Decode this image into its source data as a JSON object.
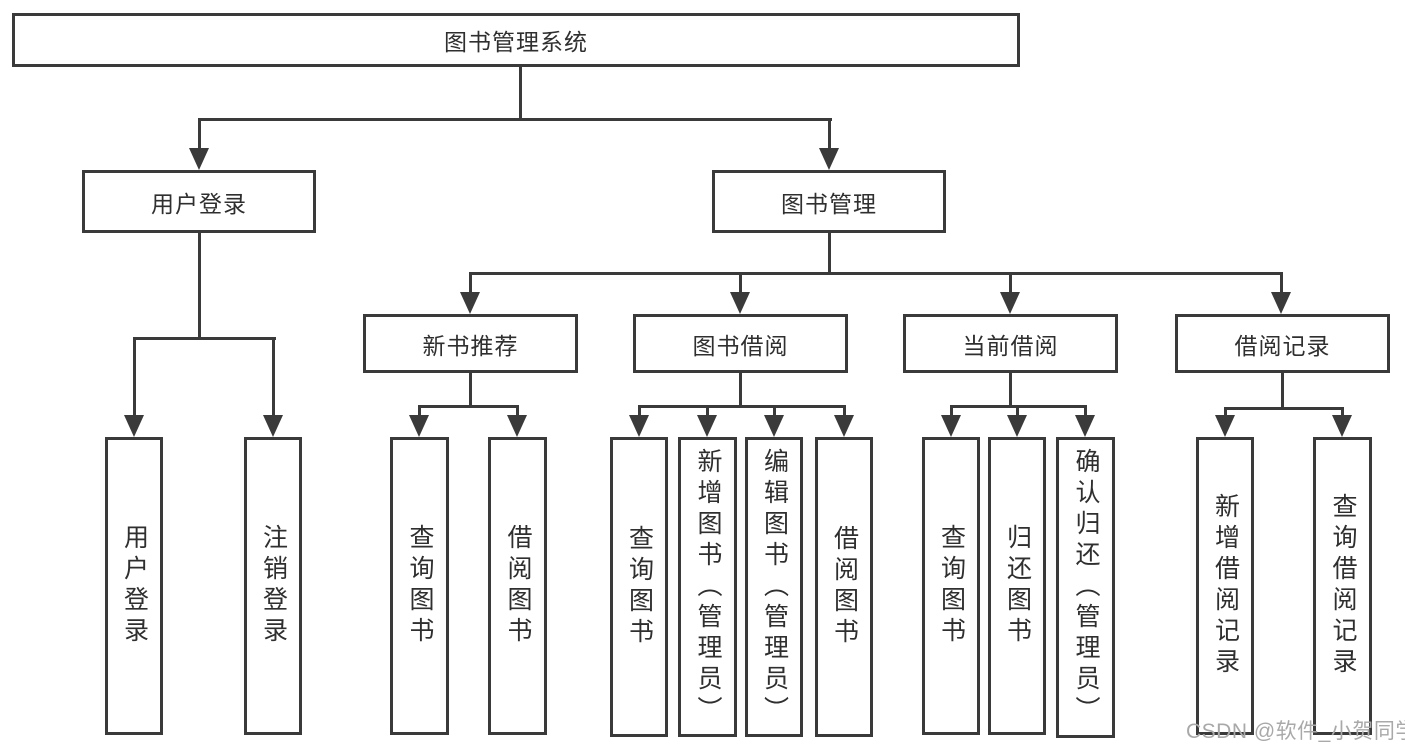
{
  "diagram": {
    "type": "hierarchy-tree",
    "nodes": {
      "root": {
        "label": "图书管理系统"
      },
      "user_login": {
        "label": "用户登录"
      },
      "book_mgmt": {
        "label": "图书管理"
      },
      "new_book_rec": {
        "label": "新书推荐"
      },
      "book_borrow": {
        "label": "图书借阅"
      },
      "current_borrow": {
        "label": "当前借阅"
      },
      "borrow_records": {
        "label": "借阅记录"
      },
      "leaf_user_login": {
        "label": "用户登录"
      },
      "leaf_logout": {
        "label": "注销登录"
      },
      "leaf_query_book_1": {
        "label": "查询图书"
      },
      "leaf_borrow_book_1": {
        "label": "借阅图书"
      },
      "leaf_query_book_2": {
        "label": "查询图书"
      },
      "leaf_add_book": {
        "label": "新增图书（管理员）"
      },
      "leaf_edit_book": {
        "label": "编辑图书（管理员）"
      },
      "leaf_borrow_book_2": {
        "label": "借阅图书"
      },
      "leaf_query_book_3": {
        "label": "查询图书"
      },
      "leaf_return_book": {
        "label": "归还图书"
      },
      "leaf_confirm_return": {
        "label": "确认归还（管理员）"
      },
      "leaf_add_borrow_record": {
        "label": "新增借阅记录"
      },
      "leaf_query_borrow_record": {
        "label": "查询借阅记录"
      }
    },
    "edges": [
      [
        "图书管理系统",
        "用户登录"
      ],
      [
        "图书管理系统",
        "图书管理"
      ],
      [
        "用户登录",
        "用户登录(叶)"
      ],
      [
        "用户登录",
        "注销登录"
      ],
      [
        "图书管理",
        "新书推荐"
      ],
      [
        "图书管理",
        "图书借阅"
      ],
      [
        "图书管理",
        "当前借阅"
      ],
      [
        "图书管理",
        "借阅记录"
      ],
      [
        "新书推荐",
        "查询图书"
      ],
      [
        "新书推荐",
        "借阅图书"
      ],
      [
        "图书借阅",
        "查询图书"
      ],
      [
        "图书借阅",
        "新增图书（管理员）"
      ],
      [
        "图书借阅",
        "编辑图书（管理员）"
      ],
      [
        "图书借阅",
        "借阅图书"
      ],
      [
        "当前借阅",
        "查询图书"
      ],
      [
        "当前借阅",
        "归还图书"
      ],
      [
        "当前借阅",
        "确认归还（管理员）"
      ],
      [
        "借阅记录",
        "新增借阅记录"
      ],
      [
        "借阅记录",
        "查询借阅记录"
      ]
    ]
  },
  "watermark": {
    "text": "CSDN @软件_小贺同学"
  },
  "colors": {
    "line": "#3a3a3a",
    "text": "#2f2f2f",
    "watermark_text": "#a9a9a9",
    "background": "#ffffff"
  }
}
